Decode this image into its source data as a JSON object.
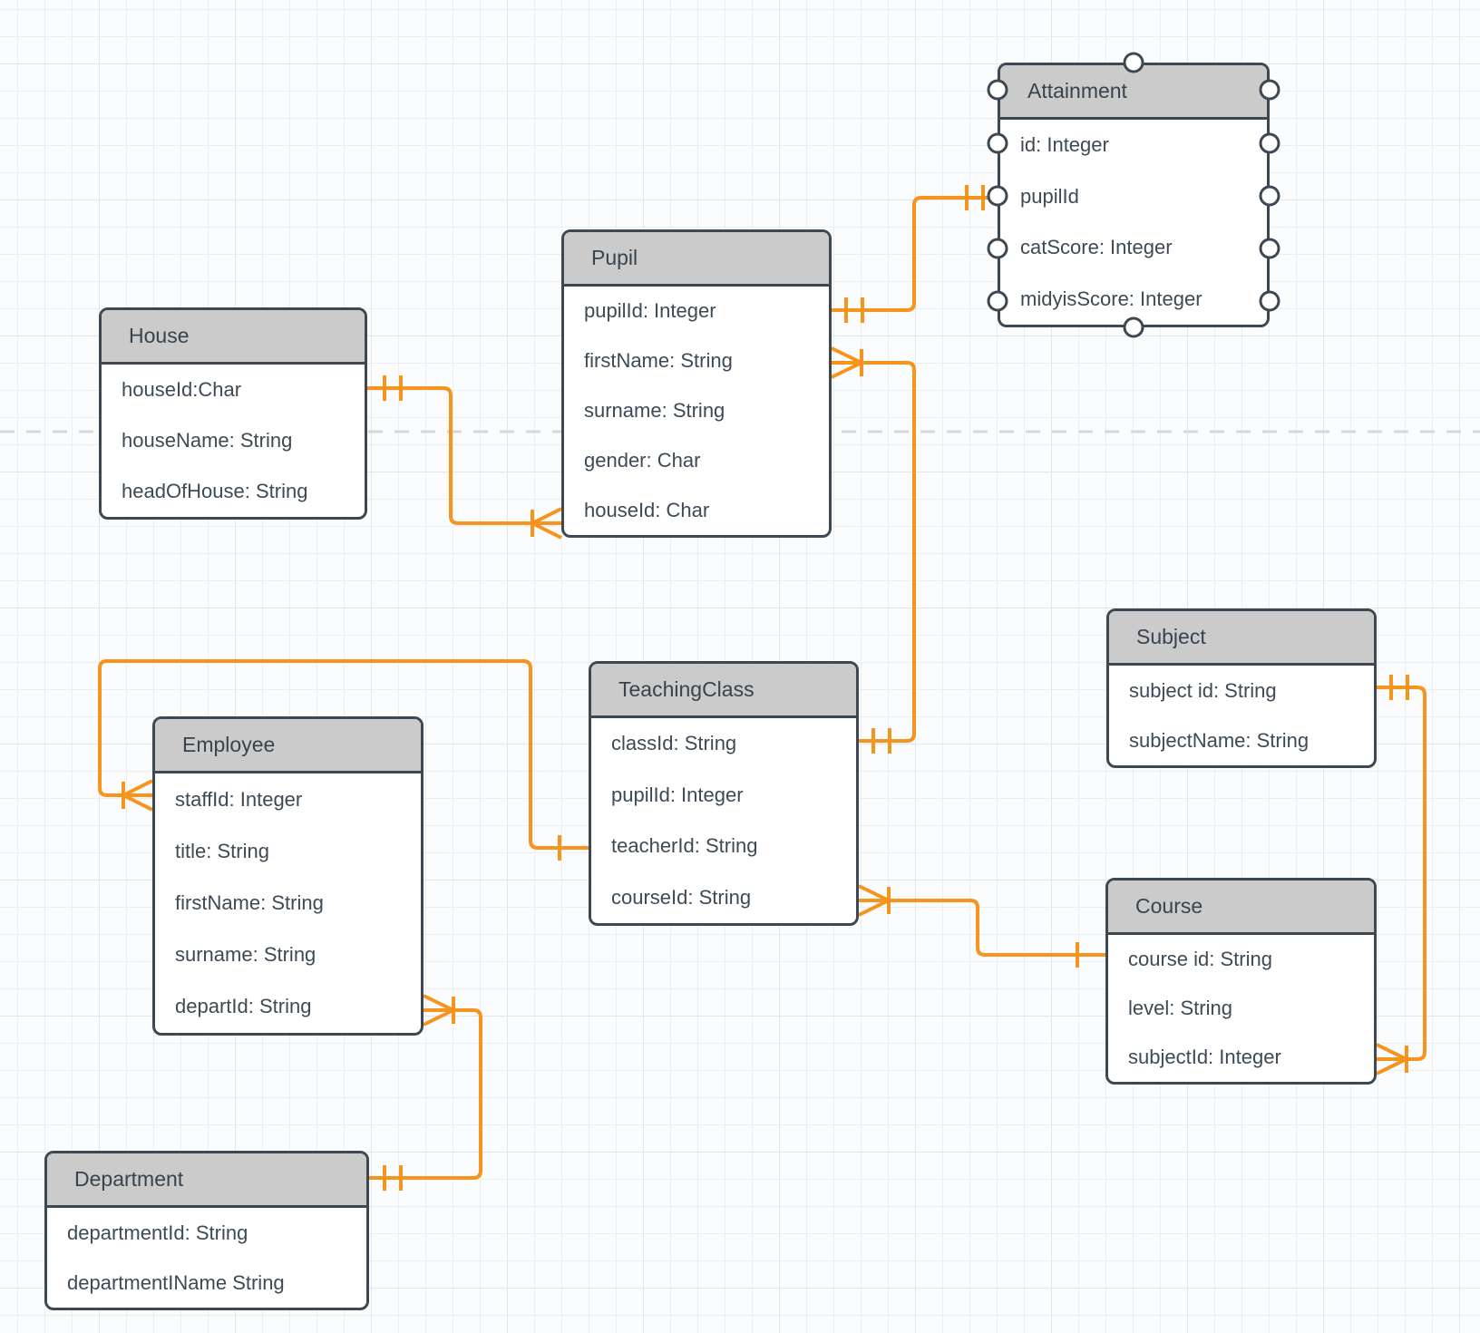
{
  "diagram": {
    "type": "entity-relationship-diagram",
    "entities": {
      "attainment": {
        "title": "Attainment",
        "fields": [
          "id: Integer",
          "pupilId",
          "catScore: Integer",
          "midyisScore: Integer"
        ],
        "selected": true
      },
      "pupil": {
        "title": "Pupil",
        "fields": [
          "pupilId: Integer",
          "firstName: String",
          "surname: String",
          "gender: Char",
          "houseId: Char"
        ]
      },
      "house": {
        "title": "House",
        "fields": [
          "houseId:Char",
          "houseName: String",
          "headOfHouse: String"
        ]
      },
      "subject": {
        "title": "Subject",
        "fields": [
          "subject id: String",
          "subjectName: String"
        ]
      },
      "teachingclass": {
        "title": "TeachingClass",
        "fields": [
          "classId: String",
          "pupilId: Integer",
          "teacherId: String",
          "courseId: String"
        ]
      },
      "employee": {
        "title": "Employee",
        "fields": [
          "staffId: Integer",
          "title: String",
          "firstName: String",
          "surname: String",
          "departId: String"
        ]
      },
      "course": {
        "title": "Course",
        "fields": [
          "course id: String",
          "level: String",
          "subjectId: Integer"
        ]
      },
      "department": {
        "title": "Department",
        "fields": [
          "departmentId: String",
          "departmentIName String"
        ]
      }
    },
    "relationships": [
      {
        "from": "House.houseId",
        "to": "Pupil.houseId",
        "from_cardinality": "exactly-one",
        "to_cardinality": "one-or-many"
      },
      {
        "from": "Pupil.pupilId",
        "to": "Attainment.pupilId",
        "from_cardinality": "exactly-one",
        "to_cardinality": "exactly-one"
      },
      {
        "from": "Pupil.firstName",
        "to": "TeachingClass.classId",
        "from_cardinality": "one-or-many",
        "to_cardinality": "exactly-one"
      },
      {
        "from": "Employee.staffId",
        "to": "TeachingClass.teacherId",
        "from_cardinality": "one-or-many",
        "to_cardinality": "one"
      },
      {
        "from": "Employee.departId",
        "to": "Department",
        "from_cardinality": "one-or-many",
        "to_cardinality": "exactly-one"
      },
      {
        "from": "TeachingClass.courseId",
        "to": "Course.course id",
        "from_cardinality": "one-or-many",
        "to_cardinality": "one"
      },
      {
        "from": "Course.subjectId",
        "to": "Subject.subject id",
        "from_cardinality": "one-or-many",
        "to_cardinality": "exactly-one"
      }
    ],
    "colors": {
      "relationship_line": "#f7941e",
      "entity_border": "#3e4852",
      "entity_header_fill": "#cbcbcb",
      "entity_body_fill": "#ffffff",
      "text": "#3e4a55",
      "grid_line": "#eceef1",
      "divider_dash": "#d6d9dc",
      "connection_handle_fill": "#ffffff"
    }
  }
}
